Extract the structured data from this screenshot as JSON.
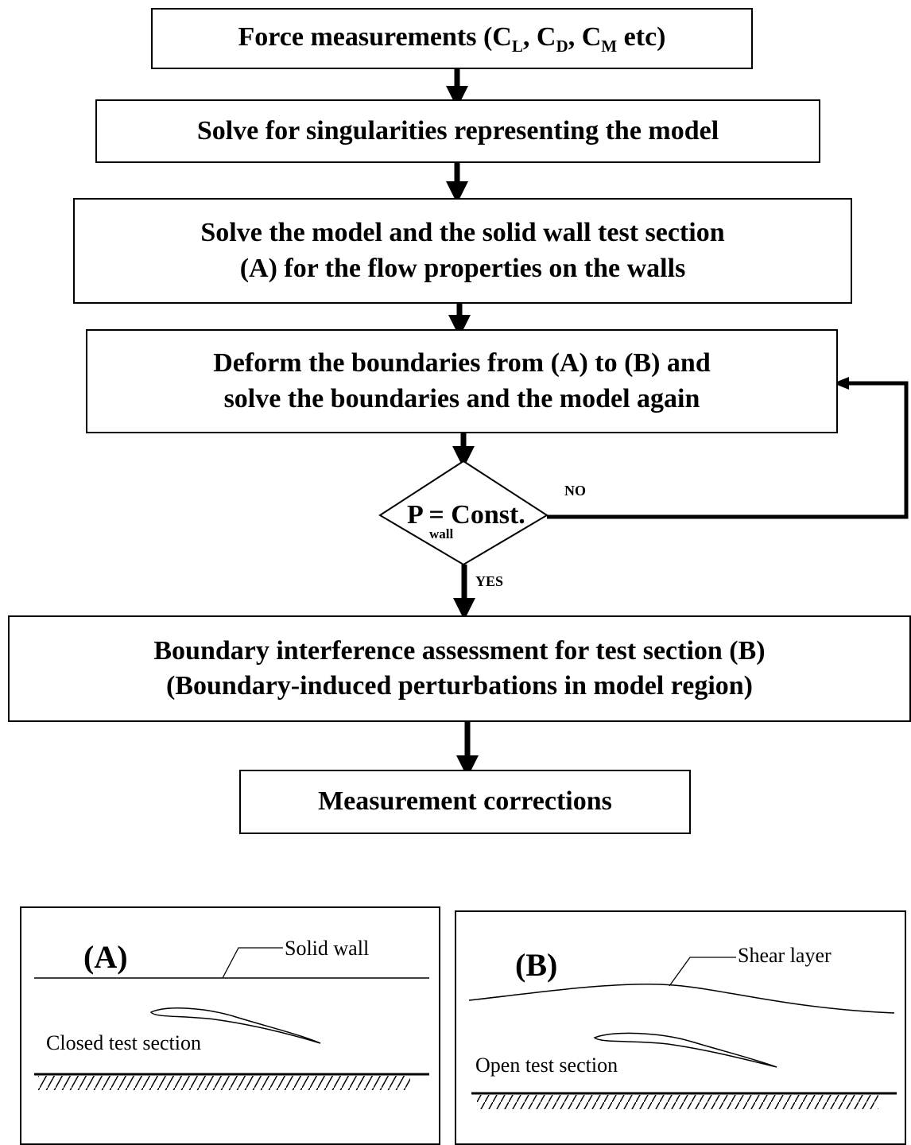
{
  "flowchart": {
    "step1": {
      "text": "Force measurements (C",
      "sub_l": "L",
      "sub_d": "D",
      "sub_m": "M",
      "suffix": " etc)"
    },
    "step2": {
      "text": "Solve for singularities representing the model"
    },
    "step3": {
      "line1": "Solve the model and the solid wall test section",
      "line2": "(A) for the flow properties on the walls"
    },
    "step4": {
      "line1": "Deform the boundaries from (A) to (B) and",
      "line2": "solve the boundaries and the model again"
    },
    "decision": {
      "main": "P = Const.",
      "sub": "wall",
      "no_label": "NO",
      "yes_label": "YES"
    },
    "step5": {
      "line1": "Boundary interference assessment for test section (B)",
      "line2": "(Boundary-induced perturbations in model region)"
    },
    "step6": {
      "text": "Measurement corrections"
    }
  },
  "panel_a": {
    "title": "(A)",
    "wall_label": "Solid wall",
    "section_label": "Closed test section"
  },
  "panel_b": {
    "title": "(B)",
    "layer_label": "Shear layer",
    "section_label": "Open test section"
  }
}
